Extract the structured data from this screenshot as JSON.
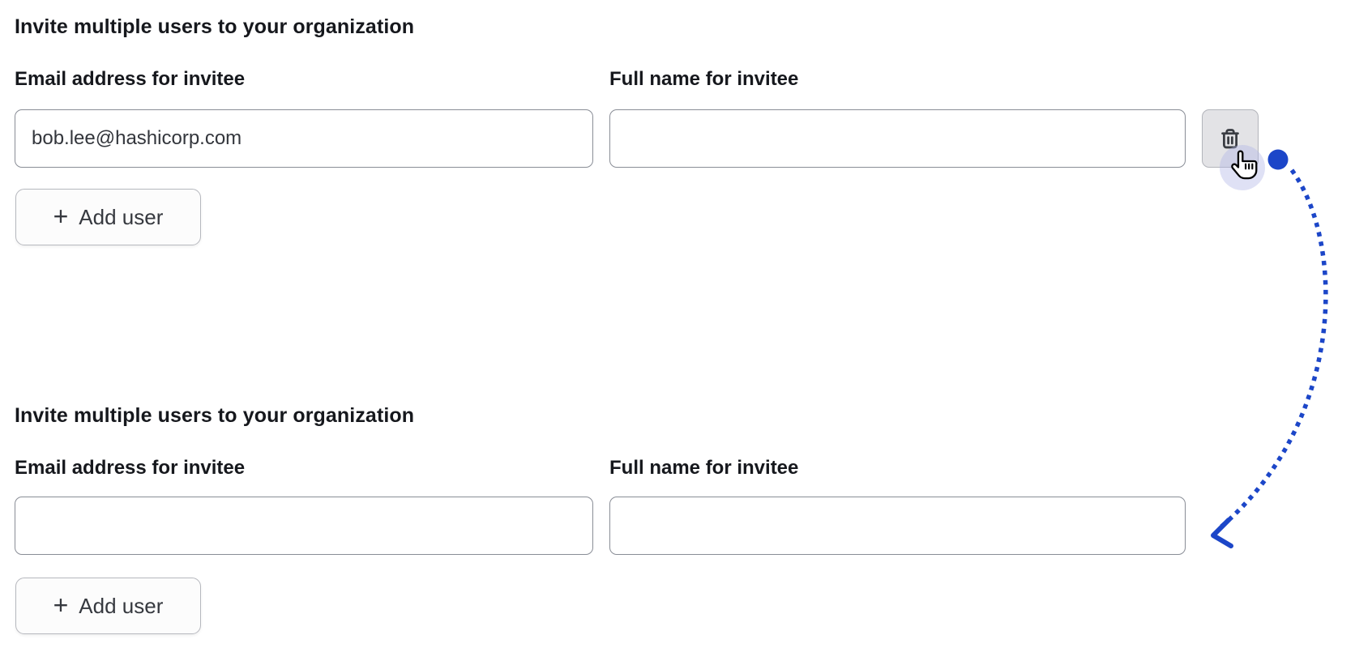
{
  "colors": {
    "accent_blue": "#1c46c8",
    "input_border": "#898d96",
    "button_border": "#b6b8be",
    "icon_button_bg": "#e3e3e6",
    "text_primary": "#16181d",
    "cursor_halo": "#aeb4e6"
  },
  "sections": [
    {
      "heading": "Invite multiple users to your organization",
      "fields": [
        {
          "label": "Email address for invitee",
          "value": "bob.lee@hashicorp.com"
        },
        {
          "label": "Full name for invitee",
          "value": ""
        }
      ],
      "add_button": {
        "icon": "plus-icon",
        "glyph": "+",
        "label": "Add user"
      },
      "delete_button": {
        "icon": "trash-icon"
      }
    },
    {
      "heading": "Invite multiple users to your organization",
      "fields": [
        {
          "label": "Email address for invitee",
          "value": ""
        },
        {
          "label": "Full name for invitee",
          "value": ""
        }
      ],
      "add_button": {
        "icon": "plus-icon",
        "glyph": "+",
        "label": "Add user"
      }
    }
  ],
  "annotation": {
    "click_indicator": "blue-click-dot",
    "cursor": "pointer-hand-cursor",
    "arrow": "dotted-curved-arrow",
    "arrow_color": "#1c46c8"
  }
}
